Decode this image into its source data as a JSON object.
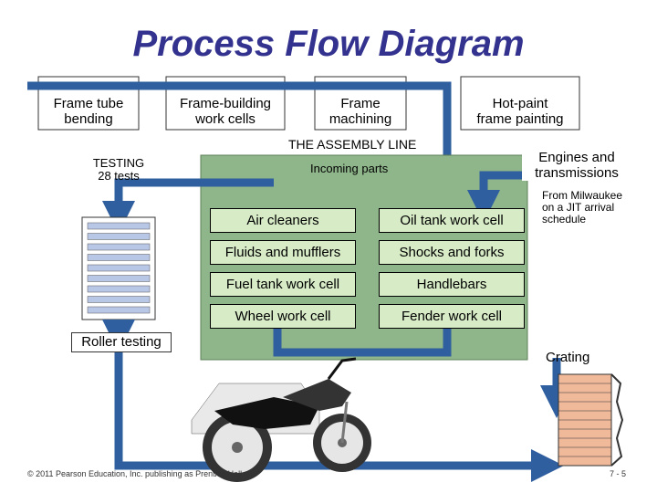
{
  "title": "Process Flow Diagram",
  "stages": {
    "frame_tube_bending": [
      "Frame tube",
      "bending"
    ],
    "frame_building": [
      "Frame-building",
      "work cells"
    ],
    "frame_machining": [
      "Frame",
      "machining"
    ],
    "hot_paint": [
      "Hot-paint",
      "frame painting"
    ]
  },
  "testing": [
    "TESTING",
    "28 tests"
  ],
  "assembly_line_label": "THE ASSEMBLY LINE",
  "incoming_parts": "Incoming parts",
  "engines": [
    "Engines and",
    "transmissions"
  ],
  "milwaukee_note": [
    "From Milwaukee",
    "on a JIT arrival",
    "schedule"
  ],
  "work_cells": [
    "Air cleaners",
    "Oil tank work cell",
    "Fluids and mufflers",
    "Shocks and forks",
    "Fuel tank work cell",
    "Handlebars",
    "Wheel work cell",
    "Fender work cell"
  ],
  "roller_testing": "Roller testing",
  "crating": "Crating",
  "footer_copyright": "© 2011 Pearson Education, Inc. publishing as Prentice Hall",
  "page_number": "7 - 5",
  "colors": {
    "title": "#33338f",
    "flow_arrow": "#2f5f9e",
    "assembly_area": "#8fb68a",
    "work_cell": "#d6ebc6",
    "test_rack": "#b9c7e6"
  },
  "icons": [
    "motorcycle-image",
    "crate-icon",
    "test-rack-icon"
  ]
}
